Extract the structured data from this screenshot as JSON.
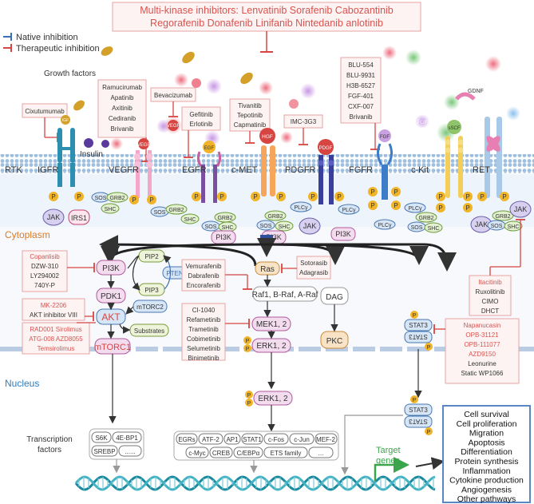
{
  "header": {
    "line1": "Multi-kinase inhibitors: Lenvatinib Sorafenib Cabozantinib",
    "line2": "Regorafenib Donafenib Linifanib Nintedanib anlotinib"
  },
  "legend": {
    "native": "Native inhibition",
    "therapeutic": "Therapeutic inhibition",
    "native_color": "#3b6fb6",
    "therapeutic_color": "#d9534f"
  },
  "labels": {
    "growth_factors": "Growth factors",
    "insulin": "Insulin",
    "rtk": "RTK",
    "cytoplasm": "Cytoplasm",
    "nucleus": "Nucleus",
    "transcription_factors": "Transcription factors",
    "target_genes": "Target genes"
  },
  "receptors": [
    "IGFR",
    "VEGFR",
    "EGFR",
    "c-MET",
    "PDGFR",
    "FGFR",
    "c-Kit",
    "RET"
  ],
  "ligands": {
    "igf": "IGF",
    "vegf_top": "VEGF",
    "vegf": "VEGF",
    "egf": "EGF",
    "hgf": "HGF",
    "pdgf": "PDGF",
    "fgf_top": "FGF",
    "fgf": "FGF",
    "scf": "sSCF",
    "gdnf": "GDNF"
  },
  "drug_boxes": {
    "igfr": [
      "Cixutumumab"
    ],
    "vegfr": [
      "Ramucirumab",
      "Apatinib",
      "Axitinib",
      "Cediranib",
      "Brivanib"
    ],
    "vegf": [
      "Bevacizumab"
    ],
    "egfr": [
      "Gefitinib",
      "Erlotinib"
    ],
    "met": [
      "Tivanitib",
      "Tepotinib",
      "Capmatinib"
    ],
    "pdgfr": [
      "IMC-3G3"
    ],
    "fgfr": [
      "BLU-554",
      "BLU-9931",
      "H3B-6527",
      "FGF-401",
      "CXF-007",
      "Brivanib"
    ],
    "pi3k": [
      "Copanlisib",
      "DZW-310",
      "LY294002",
      "740Y-P"
    ],
    "akt": [
      "MK-2206",
      "AKT inhibitor VIII"
    ],
    "mtor": [
      "RAD001 Sirolimus",
      "ATG-008 AZD8055",
      "Temsirolimus"
    ],
    "raf": [
      "Vemurafenib",
      "Dabrafenib",
      "Encorafenib"
    ],
    "ras": [
      "Sotorasib",
      "Adagrasib"
    ],
    "mek": [
      "CI-1040",
      "Refametinib",
      "Trametinib",
      "Cobimetinib",
      "Selumetinib",
      "Binimetinib"
    ],
    "jak": [
      "Itacitinib",
      "Ruxolitinib",
      "CIMO",
      "DHCT"
    ],
    "stat3": [
      "Napanucasin",
      "OPB-31121",
      "OPB-111077",
      "AZD9150",
      "Leonurine",
      "Static  WP1066"
    ]
  },
  "adaptors": {
    "p": "P",
    "jak": "JAK",
    "irs1": "IRS1",
    "sos": "SOS",
    "grb2": "GRB2",
    "shc": "SHC",
    "pi3k": "PI3K",
    "plcg": "PLCγ"
  },
  "pathway": {
    "pi3k": "PI3K",
    "pip2": "PIP2",
    "pip3": "PIP3",
    "pten": "PTEN",
    "pdk1": "PDK1",
    "akt": "AKT",
    "mtorc2": "mTORC2",
    "substrates": "Substrates",
    "mtorc1": "mTORC1",
    "ras": "Ras",
    "raf": "Raf1, B-Raf, A-Raf",
    "mek": "MEK1, 2",
    "erk": "ERK1, 2",
    "erk_nuc": "ERK1, 2",
    "dag": "DAG",
    "pkc": "PKC",
    "stat3": "STAT3",
    "stat3_flip": "STAT3"
  },
  "tf_box1": [
    "S6K",
    "4E-BP1",
    "SREBP",
    "......"
  ],
  "tf_box2": [
    "EGRs",
    "ATF-2",
    "AP1",
    "STAT1",
    "c-Fos",
    "c-Jun",
    "MEF-2",
    "c-Myc",
    "CREB",
    "C/EBPα",
    "ETS family",
    "..."
  ],
  "outcomes": [
    "Cell survival",
    "Cell proliferation",
    "Migration",
    "Apoptosis",
    "Differentiation",
    "Protein synthesis",
    "Inflammation",
    "Cytokine production",
    "Angiogenesis",
    "Other pathways"
  ],
  "colors": {
    "drug_text": "#d9534f",
    "drug_border": "#e8a3a3",
    "drug_fill": "#fdf3f3",
    "inhib_red": "#d64541",
    "membrane": "#a9c6e4",
    "nucleus_text": "#2f7cc2",
    "cytoplasm_text": "#e07b20",
    "node_pink": "#f4dcef",
    "node_blue": "#d7e6f7",
    "node_green": "#e3f0cf",
    "p_yellow": "#f0b429",
    "outcome_border": "#5b86c4",
    "dna": "#1a8a9e",
    "arrow_green": "#3aa54a"
  }
}
